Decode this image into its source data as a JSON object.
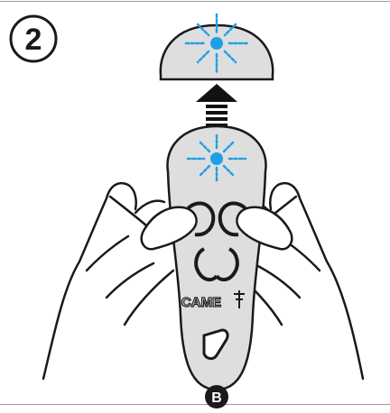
{
  "step": {
    "number": "2"
  },
  "device": {
    "brand": "CAME",
    "callout": "B"
  },
  "colors": {
    "led": "#1ea0e6",
    "fob_body": "#dedede",
    "outline": "#1a1a1a",
    "hand_fill": "#ffffff",
    "arrow": "#111111",
    "callout_fill": "#1a1a1a",
    "callout_text": "#ffffff"
  },
  "icons": [
    "led-blink-icon",
    "up-arrow-icon",
    "came-logo-icon",
    "step-circle-icon"
  ]
}
